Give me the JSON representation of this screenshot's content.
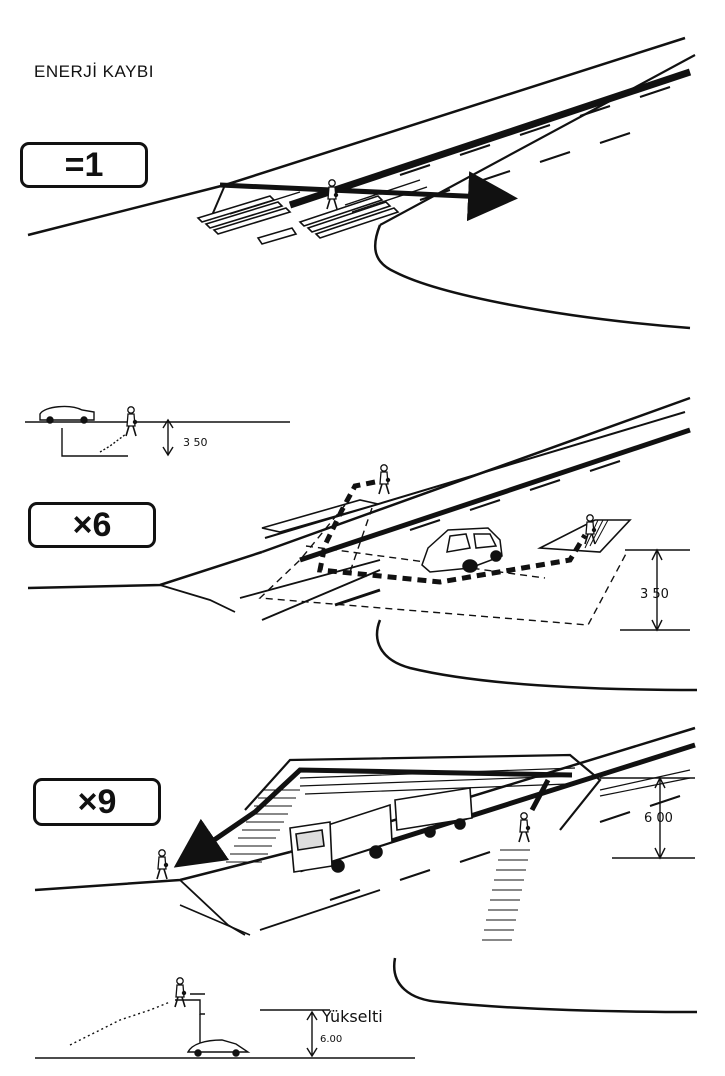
{
  "title": "ENERJİ KAYBI",
  "panels": [
    {
      "factor": "=1"
    },
    {
      "factor": "×6",
      "depth_label": "3 50",
      "section_label": "3 50"
    },
    {
      "factor": "×9",
      "height_label": "6 00",
      "section_label": "6.00",
      "section_title": "Yükselti"
    }
  ]
}
